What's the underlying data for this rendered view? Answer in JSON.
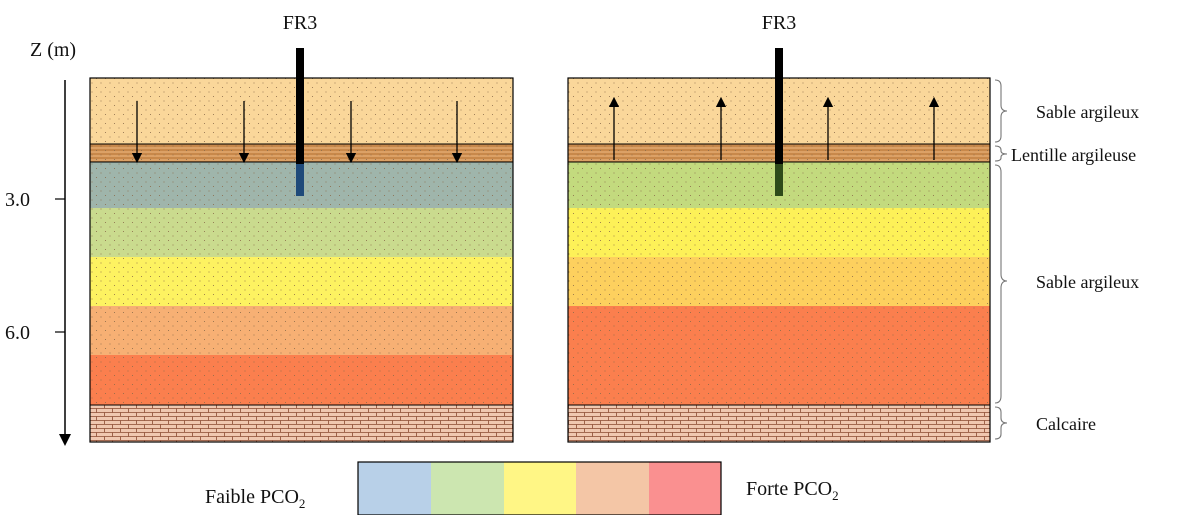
{
  "well_label": "FR3",
  "axis": {
    "label": "Z (m)",
    "ticks": [
      "3.0",
      "6.0"
    ]
  },
  "layers": [
    {
      "label": "Sable argileux"
    },
    {
      "label": "Lentille argileuse"
    },
    {
      "label": "Sable argileux"
    },
    {
      "label": "Calcaire"
    }
  ],
  "legend": {
    "low_text": "Faible PCO",
    "high_text": "Forte PCO",
    "subscript": "2",
    "swatch_colors": [
      "#b8d0e8",
      "#cce6b0",
      "#fff685",
      "#f4c6a6",
      "#fa9090"
    ]
  },
  "colors": {
    "sand_top": "#fad79a",
    "clay_lens": "#c8884a",
    "limestone": "#f0c8b0",
    "left_column": [
      "#9fb5ab",
      "#cadb8e",
      "#fdf261",
      "#f7b074",
      "#fb7f4e"
    ],
    "right_column": [
      "#c3da7e",
      "#fdf158",
      "#fdd05e",
      "#fb7f4e",
      "#fb7f4e"
    ]
  }
}
